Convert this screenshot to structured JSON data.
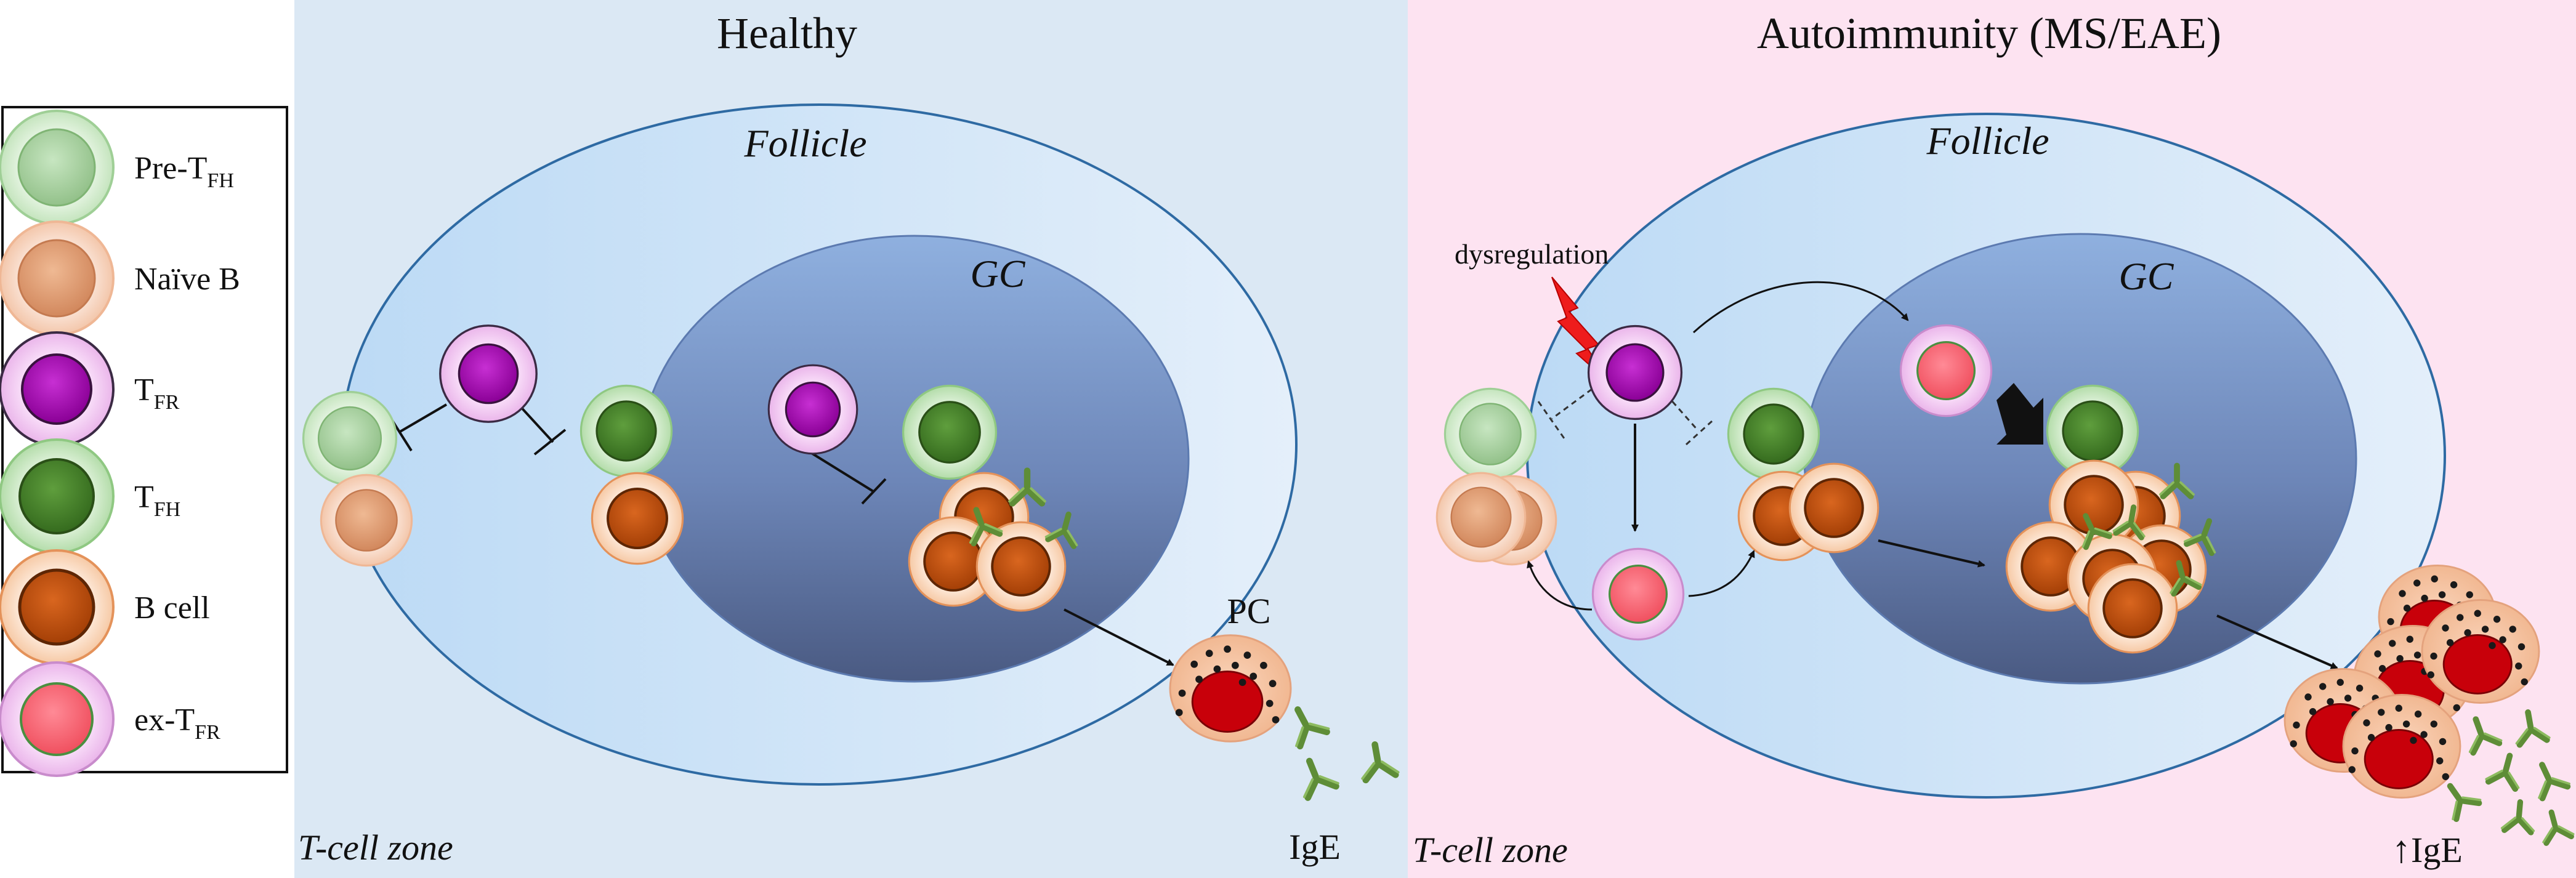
{
  "legend": {
    "items": [
      {
        "key": "pre_tfh",
        "label": "Pre-T",
        "sub": "FH",
        "icon": "pre-tfh-cell-icon"
      },
      {
        "key": "naive_b",
        "label": "Naïve B",
        "sub": "",
        "icon": "naive-b-cell-icon"
      },
      {
        "key": "tfr",
        "label": "T",
        "sub": "FR",
        "icon": "tfr-cell-icon"
      },
      {
        "key": "tfh",
        "label": "T",
        "sub": "FH",
        "icon": "tfh-cell-icon"
      },
      {
        "key": "b_cell",
        "label": "B cell",
        "sub": "",
        "icon": "b-cell-icon"
      },
      {
        "key": "ex_tfr",
        "label": "ex-T",
        "sub": "FR",
        "icon": "ex-tfr-cell-icon"
      }
    ]
  },
  "panels": {
    "healthy": {
      "title": "Healthy",
      "follicle": "Follicle",
      "gc": "GC",
      "tcell_zone": "T-cell zone",
      "pc": "PC",
      "ige": "IgE"
    },
    "autoimmunity": {
      "title": "Autoimmunity (MS/EAE)",
      "follicle": "Follicle",
      "gc": "GC",
      "tcell_zone": "T-cell zone",
      "dysregulation": "dysregulation",
      "ige": "IgE",
      "ige_arrow": "↑"
    }
  },
  "colors": {
    "healthy_bg": "#dbe8f4",
    "autoimmune_bg": "#fde3f1",
    "pre_tfh": "#a9d3a3",
    "naive_b": "#e3a47f",
    "tfr": "#a800b6",
    "tfh": "#4d8a30",
    "b_cell": "#c04f0e",
    "ex_tfr": "#ff6b7b",
    "antibody": "#6f9e42",
    "plasma_nucleus": "#c8000a",
    "lightning": "#ee1c1c"
  }
}
